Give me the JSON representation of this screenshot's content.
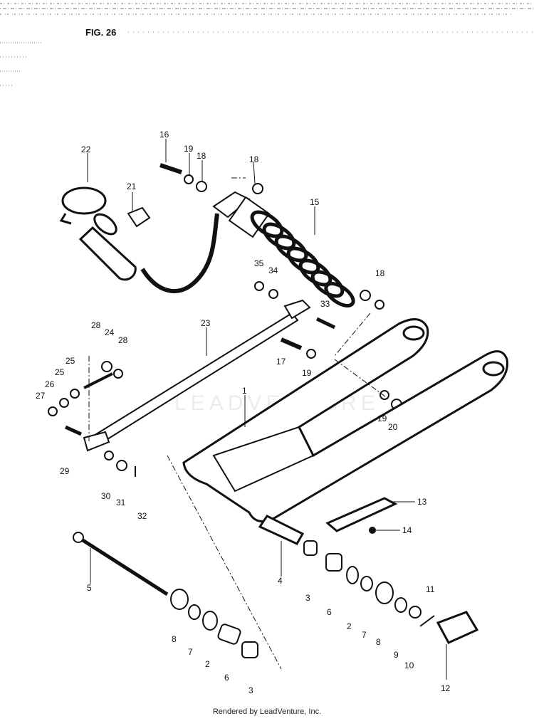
{
  "figure_label": "FIG. 26",
  "watermark": "LEADVENTURE",
  "credit": "Rendered by LeadVenture, Inc.",
  "callouts": [
    {
      "id": "c22",
      "text": "22"
    },
    {
      "id": "c21",
      "text": "21"
    },
    {
      "id": "c16",
      "text": "16"
    },
    {
      "id": "c19a",
      "text": "19"
    },
    {
      "id": "c18a",
      "text": "18"
    },
    {
      "id": "c18b",
      "text": "18"
    },
    {
      "id": "c15",
      "text": "15"
    },
    {
      "id": "c35",
      "text": "35"
    },
    {
      "id": "c34",
      "text": "34"
    },
    {
      "id": "c18c",
      "text": "18"
    },
    {
      "id": "c33",
      "text": "33"
    },
    {
      "id": "c23",
      "text": "23"
    },
    {
      "id": "c28a",
      "text": "28"
    },
    {
      "id": "c24",
      "text": "24"
    },
    {
      "id": "c28b",
      "text": "28"
    },
    {
      "id": "c25a",
      "text": "25"
    },
    {
      "id": "c25b",
      "text": "25"
    },
    {
      "id": "c26",
      "text": "26"
    },
    {
      "id": "c27",
      "text": "27"
    },
    {
      "id": "c17",
      "text": "17"
    },
    {
      "id": "c19b",
      "text": "19"
    },
    {
      "id": "c19c",
      "text": "19"
    },
    {
      "id": "c20",
      "text": "20"
    },
    {
      "id": "c1",
      "text": "1"
    },
    {
      "id": "c29",
      "text": "29"
    },
    {
      "id": "c30",
      "text": "30"
    },
    {
      "id": "c31",
      "text": "31"
    },
    {
      "id": "c32",
      "text": "32"
    },
    {
      "id": "c13",
      "text": "13"
    },
    {
      "id": "c14",
      "text": "14"
    },
    {
      "id": "c5",
      "text": "5"
    },
    {
      "id": "c4",
      "text": "4"
    },
    {
      "id": "c3a",
      "text": "3"
    },
    {
      "id": "c6a",
      "text": "6"
    },
    {
      "id": "c2a",
      "text": "2"
    },
    {
      "id": "c7a",
      "text": "7"
    },
    {
      "id": "c8a",
      "text": "8"
    },
    {
      "id": "c9",
      "text": "9"
    },
    {
      "id": "c10",
      "text": "10"
    },
    {
      "id": "c11",
      "text": "11"
    },
    {
      "id": "c8b",
      "text": "8"
    },
    {
      "id": "c7b",
      "text": "7"
    },
    {
      "id": "c2b",
      "text": "2"
    },
    {
      "id": "c6b",
      "text": "6"
    },
    {
      "id": "c3b",
      "text": "3"
    },
    {
      "id": "c12",
      "text": "12"
    }
  ]
}
